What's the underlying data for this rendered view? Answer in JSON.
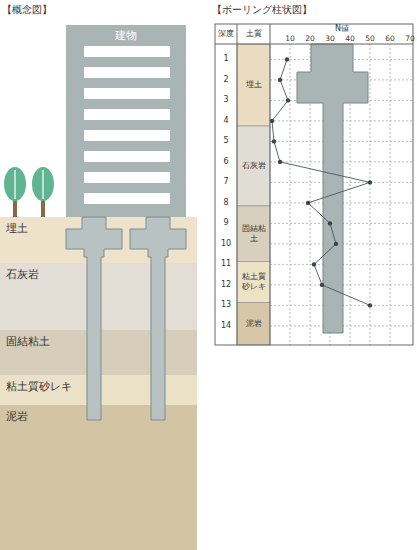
{
  "diagram": {
    "nodes": [
      {
        "text": [
          "建物"
        ]
      },
      {
        "text": [
          "埋土"
        ]
      },
      {
        "text": [
          "石灰岩"
        ]
      },
      {
        "text": [
          "固結粘土"
        ]
      },
      {
        "text": [
          "粘土質砂レキ"
        ]
      },
      {
        "text": [
          "泥岩"
        ]
      },
      {
        "text": [
          "埋土"
        ]
      },
      {
        "text": [
          "石灰岩"
        ]
      },
      {
        "text": [
          "固結粘土"
        ]
      },
      {
        "text": [
          "粘土質砂レキ"
        ]
      },
      {
        "text": [
          "泥岩"
        ]
      }
    ],
    "labels": [
      "【概念図】",
      "【ボーリング柱状図】",
      "深度",
      "土質",
      "N値",
      "10",
      "20",
      "30",
      "40",
      "50",
      "60",
      "70",
      "1",
      "2",
      "3",
      "4",
      "5",
      "6",
      "7",
      "8",
      "9",
      "10",
      "11",
      "12",
      "13",
      "14"
    ]
  }
}
